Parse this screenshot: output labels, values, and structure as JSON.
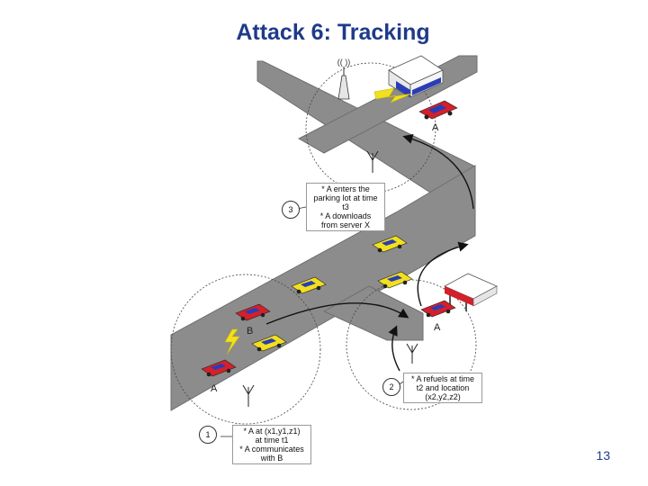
{
  "slide": {
    "title": "Attack 6: Tracking",
    "page_number": "13"
  },
  "diagram": {
    "signal_glyph": "(( ))",
    "steps": [
      {
        "number": "1",
        "lines": [
          "* A at (x1,y1,z1)",
          "at time t1",
          "* A communicates",
          "with B"
        ]
      },
      {
        "number": "2",
        "lines": [
          "* A refuels at time",
          "t2 and location",
          "(x2,y2,z2)"
        ]
      },
      {
        "number": "3",
        "lines": [
          "* A enters the",
          "parking lot at time",
          "t3",
          "* A downloads",
          "from server X"
        ]
      }
    ],
    "car_labels": {
      "a_top": "A",
      "a_mid": "A",
      "a_bottom": "A",
      "b": "B"
    }
  },
  "colors": {
    "title": "#1f3a8a",
    "road": "#8c8c8c",
    "red_car": "#d4202a",
    "yellow_car": "#f2e01e",
    "car_roof": "#2a3db5"
  }
}
